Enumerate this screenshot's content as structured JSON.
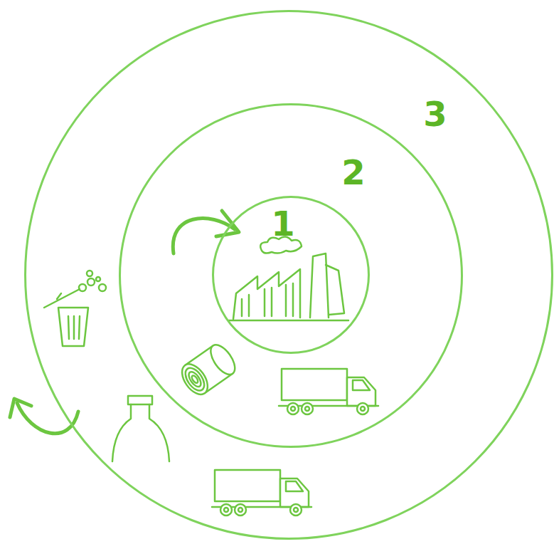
{
  "diagram": {
    "nodes": [
      {
        "text": [
          "3"
        ]
      },
      {
        "text": [
          "2"
        ],
        "in": 0
      },
      {
        "text": [
          "1"
        ],
        "in": 1
      }
    ],
    "labels": []
  }
}
